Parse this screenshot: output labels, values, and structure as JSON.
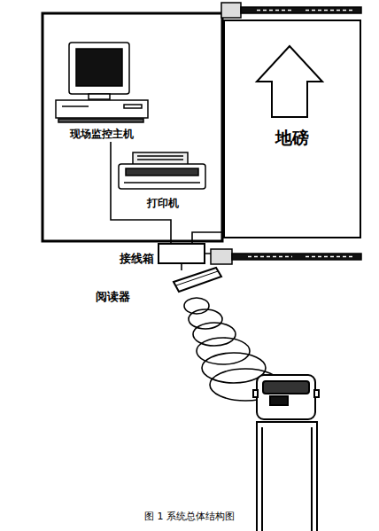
{
  "diagram": {
    "caption": "图 1   系统总体结构图",
    "nodes": [
      {
        "text": [
          "现场监控主机"
        ]
      },
      {
        "text": [
          "打印机"
        ]
      },
      {
        "text": [
          "地磅"
        ]
      },
      {
        "text": [
          "接线箱"
        ]
      },
      {
        "text": [
          "阅读器"
        ]
      }
    ],
    "edges": [
      {
        "from": 0,
        "to": 3,
        "arrow": "none"
      },
      {
        "from": 2,
        "to": 3,
        "arrow": "none"
      },
      {
        "from": 4,
        "to": 3,
        "arrow": "none"
      }
    ]
  }
}
